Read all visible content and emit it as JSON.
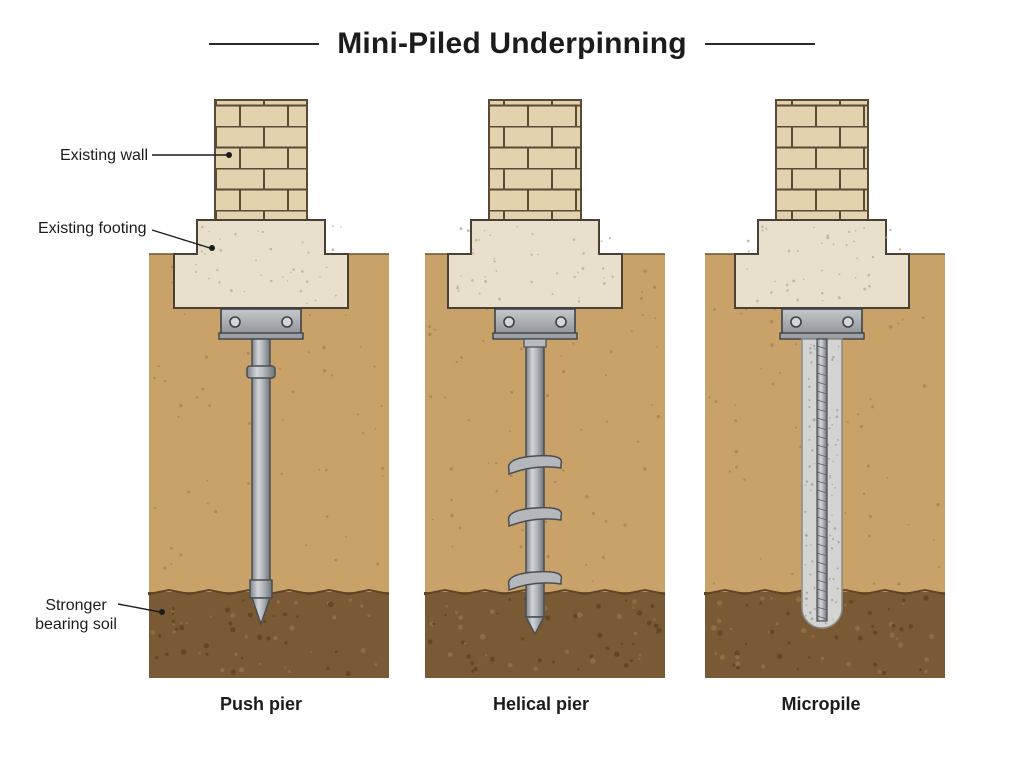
{
  "title": "Mini-Piled Underpinning",
  "labels": {
    "existing_wall": "Existing wall",
    "existing_footing": "Existing footing",
    "stronger_bearing_soil_line1": "Stronger",
    "stronger_bearing_soil_line2": "bearing soil"
  },
  "panels": [
    {
      "caption": "Push pier",
      "pile_type": "push-pier"
    },
    {
      "caption": "Helical pier",
      "pile_type": "helical-pier"
    },
    {
      "caption": "Micropile",
      "pile_type": "micropile"
    }
  ],
  "colors": {
    "brick": "#e2d2ad",
    "mortar": "#5a4a36",
    "footing": "#e8e0cc",
    "upper_soil": "#c9a269",
    "bearing_soil": "#7a5a34",
    "steel": "#a9adb1",
    "grout": "#d4d4d2"
  }
}
